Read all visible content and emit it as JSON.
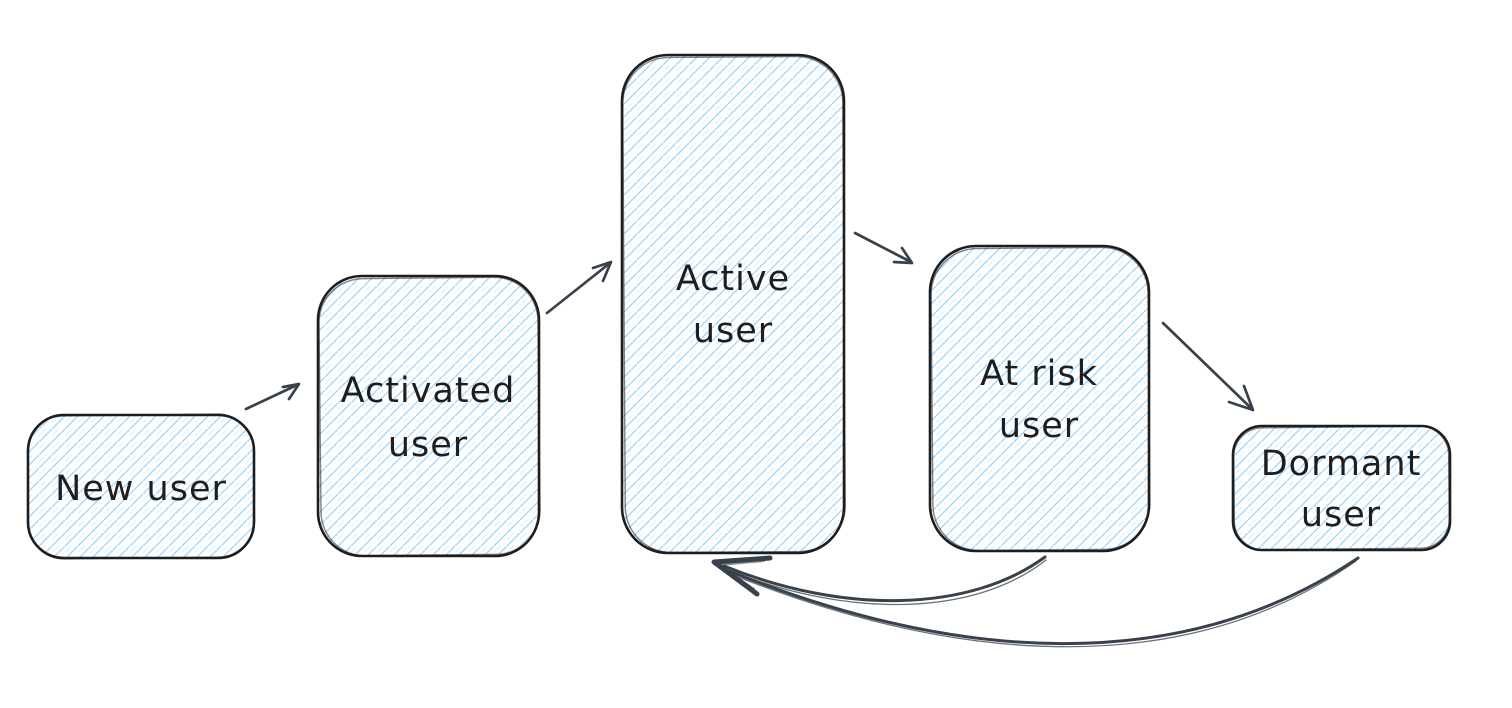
{
  "diagram": {
    "kind": "user-lifecycle-flow",
    "background": "#ffffff",
    "style": {
      "box_stroke": "#1e1e1e",
      "box_fill_hatch": "#a5d8ff",
      "arrow_color": "#39414b",
      "text_color": "#1e1e1e"
    },
    "nodes": [
      {
        "id": "new-user",
        "label": "New user",
        "lines": [
          "New user"
        ]
      },
      {
        "id": "activated-user",
        "label": "Activated user",
        "lines": [
          "Activated",
          "user"
        ]
      },
      {
        "id": "active-user",
        "label": "Active user",
        "lines": [
          "Active",
          "user"
        ]
      },
      {
        "id": "at-risk-user",
        "label": "At risk user",
        "lines": [
          "At risk",
          "user"
        ]
      },
      {
        "id": "dormant-user",
        "label": "Dormant user",
        "lines": [
          "Dormant",
          "user"
        ]
      }
    ],
    "edges": [
      {
        "from": "New user",
        "to": "Activated user",
        "style": "straight"
      },
      {
        "from": "Activated user",
        "to": "Active user",
        "style": "straight"
      },
      {
        "from": "Active user",
        "to": "At risk user",
        "style": "straight"
      },
      {
        "from": "At risk user",
        "to": "Dormant user",
        "style": "straight"
      },
      {
        "from": "At risk user",
        "to": "Active user",
        "style": "curved-return"
      },
      {
        "from": "Dormant user",
        "to": "Active user",
        "style": "curved-return"
      }
    ]
  }
}
